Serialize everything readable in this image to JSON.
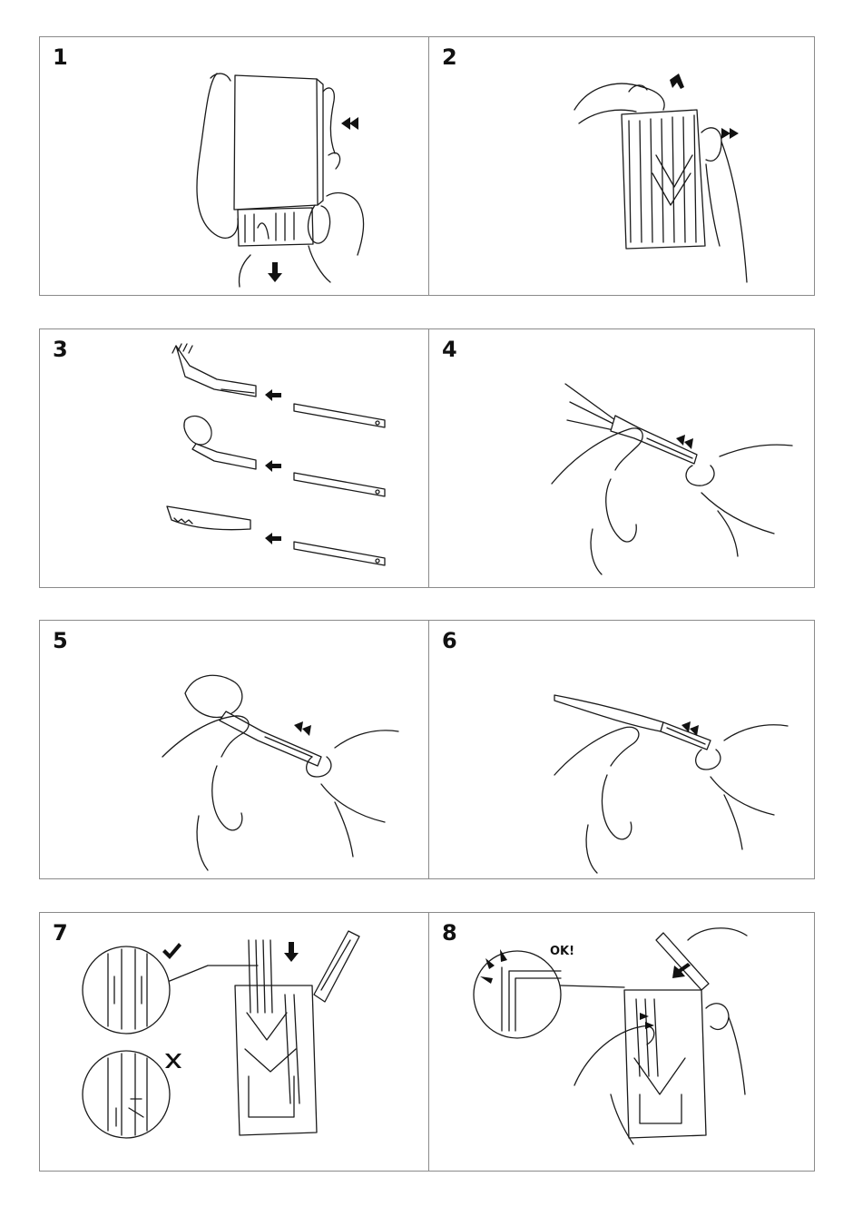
{
  "steps": [
    {
      "number": "1",
      "description": "hand-slides-tray-out-of-case-illustration"
    },
    {
      "number": "2",
      "description": "hands-open-case-lid-illustration"
    },
    {
      "number": "3",
      "description": "handles-inserted-into-fork-spoon-knife-illustration"
    },
    {
      "number": "4",
      "description": "hands-attach-handle-to-fork-illustration"
    },
    {
      "number": "5",
      "description": "hands-attach-handle-to-spoon-illustration"
    },
    {
      "number": "6",
      "description": "hands-attach-handle-to-knife-illustration"
    },
    {
      "number": "7",
      "description": "cutlery-returned-into-case-illustration"
    },
    {
      "number": "8",
      "description": "lid-closed-with-click-illustration"
    }
  ],
  "step8": {
    "ok_text": "OK!"
  },
  "icons": {
    "correct": "check-mark-icon",
    "incorrect": "cross-mark-icon"
  }
}
